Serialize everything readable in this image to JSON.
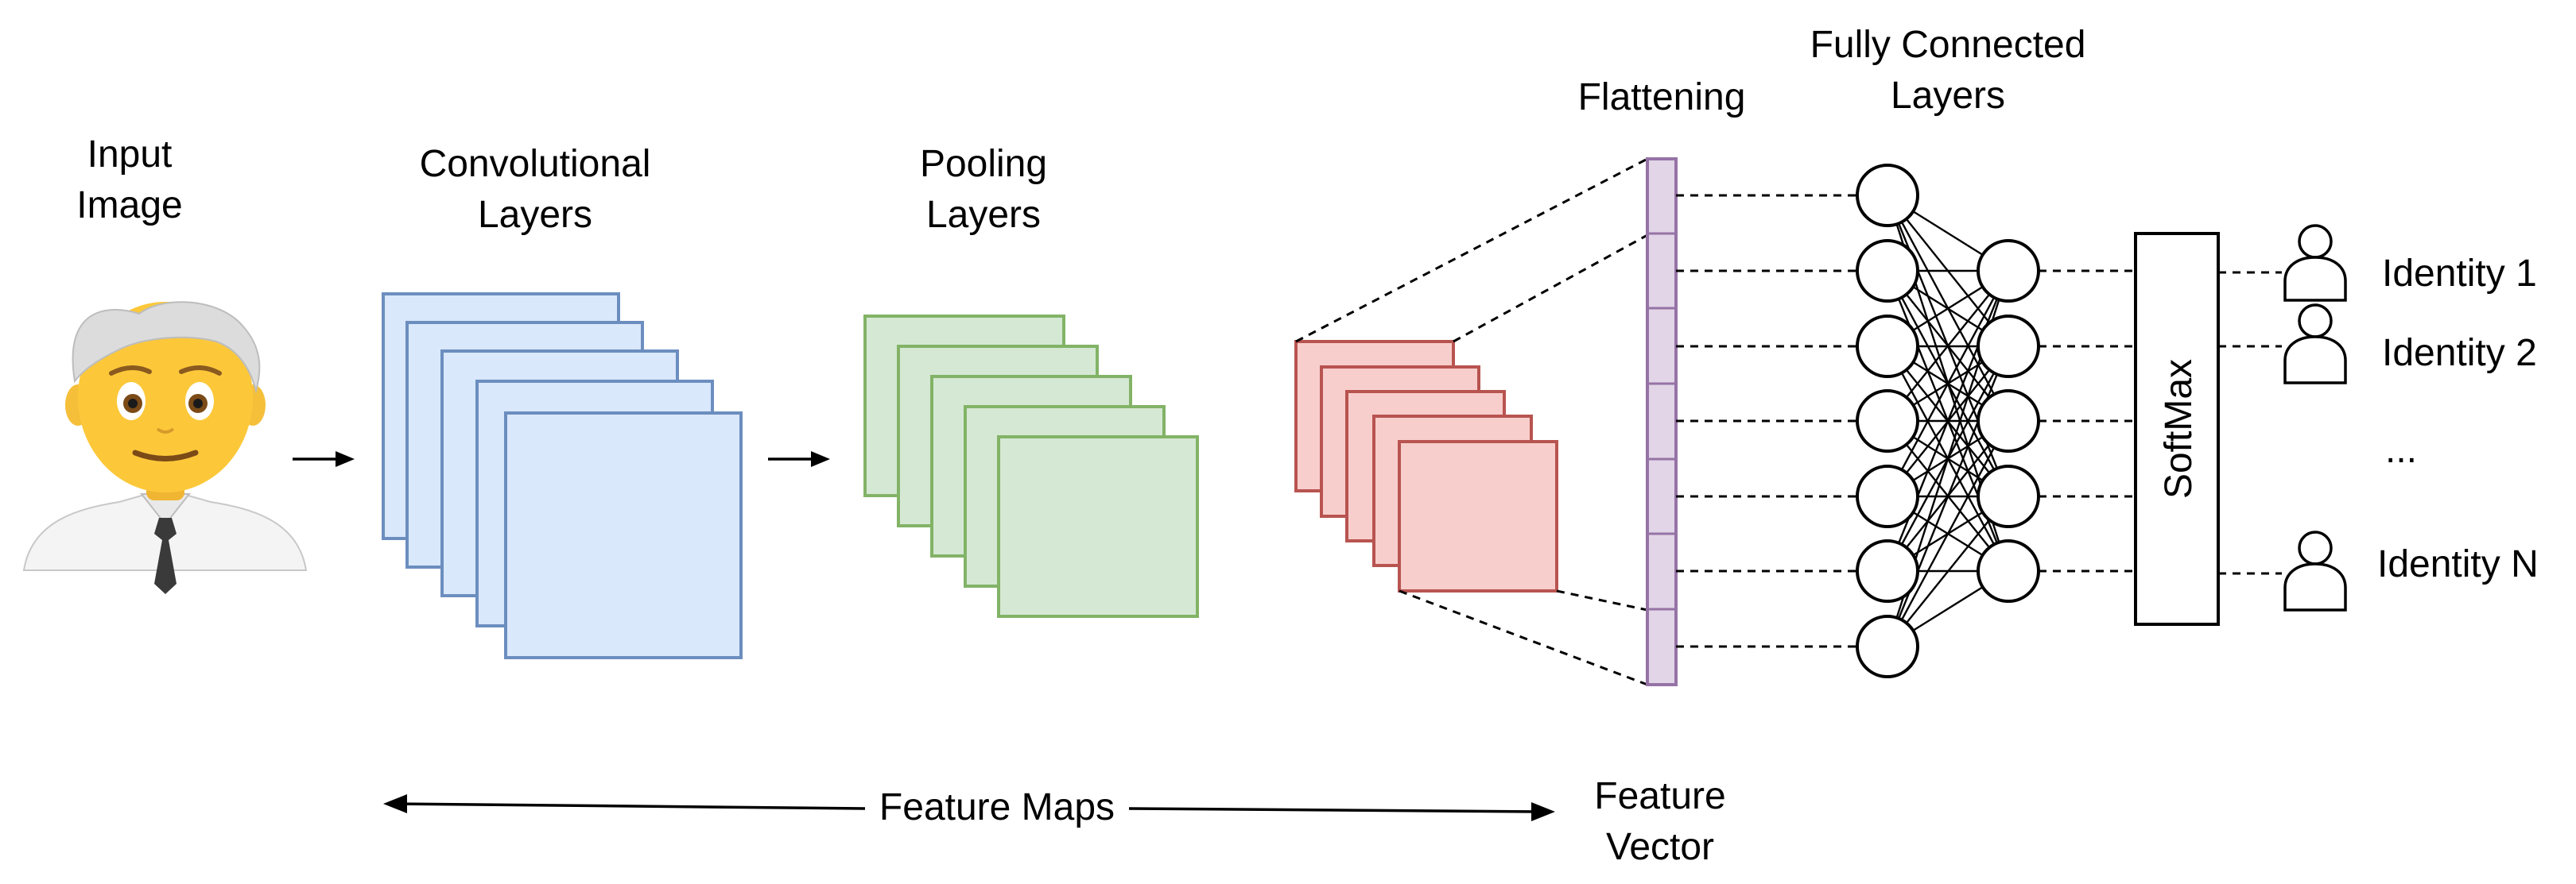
{
  "labels": {
    "input_image": [
      "Input",
      "Image"
    ],
    "convolutional_layers": [
      "Convolutional",
      "Layers"
    ],
    "pooling_layers": [
      "Pooling",
      "Layers"
    ],
    "flattening": "Flattening",
    "fully_connected_layers": [
      "Fully Connected",
      "Layers"
    ],
    "softmax": "SoftMax",
    "feature_maps": "Feature Maps",
    "feature_vector": [
      "Feature",
      "Vector"
    ],
    "ellipsis": "..."
  },
  "identities": [
    "Identity 1",
    "Identity 2",
    "Identity N"
  ],
  "icons": {
    "input": "person-with-tie-emoji",
    "output": "user-outline-icon"
  },
  "colors": {
    "conv_fill": "#dae8fc",
    "conv_stroke": "#6c8ebf",
    "pool_fill": "#d5e8d4",
    "pool_stroke": "#82b366",
    "feat_fill": "#f8cecc",
    "feat_stroke": "#b85450",
    "flat_fill": "#e1d5e7",
    "flat_stroke": "#9673a6"
  }
}
